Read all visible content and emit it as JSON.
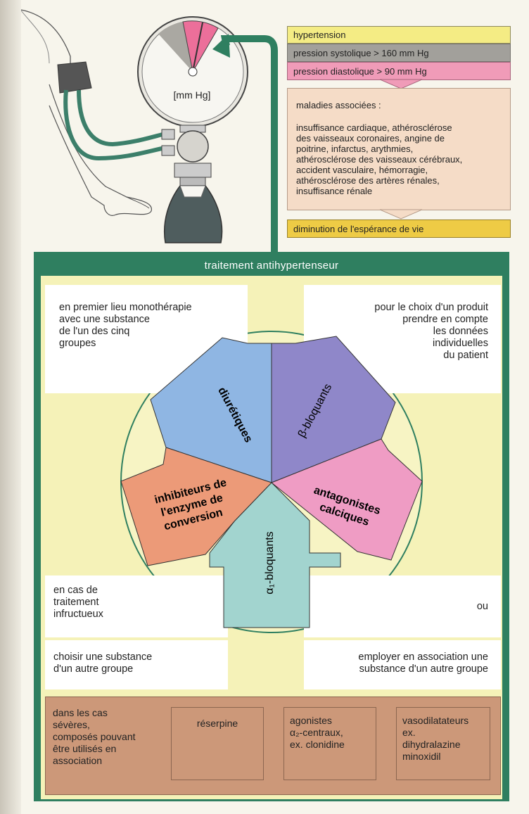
{
  "gauge": {
    "unit_label": "[mm Hg]"
  },
  "criteria": {
    "hypertension": "hypertension",
    "systolic": "pression systolique > 160 mm Hg",
    "diastolic": "pression diastolique > 90 mm Hg"
  },
  "diseases": {
    "title": "maladies associées :",
    "lines": [
      "insuffisance cardiaque, athérosclérose",
      "des vaisseaux coronaires, angine de",
      "poitrine, infarctus, arythmies,",
      "athérosclérose des vaisseaux cérébraux,",
      "accident vasculaire, hémorragie,",
      "athérosclérose des artères rénales,",
      "insuffisance rénale"
    ]
  },
  "life_expectancy": "diminution de l'espérance de vie",
  "treatment": {
    "title": "traitement antihypertenseur",
    "note_top_left": [
      "en premier lieu monothérapie",
      "avec une substance",
      "de l'un des cinq",
      "groupes"
    ],
    "note_top_right": [
      "pour le choix d'un produit",
      "prendre en compte",
      "les données",
      "individuelles",
      "du patient"
    ],
    "note_mid_left": [
      "en cas de",
      "traitement",
      "infructueux"
    ],
    "note_mid_right": "ou",
    "note_low_left": [
      "choisir une substance",
      "d'un autre groupe"
    ],
    "note_low_right": [
      "employer en association une",
      "substance d'un autre groupe"
    ]
  },
  "groups": {
    "diuretics": "diurétiques",
    "beta": "β-bloquants",
    "calcium": [
      "antagonistes",
      "calciques"
    ],
    "alpha": "α₁-bloquants",
    "ace": [
      "inhibiteurs de",
      "l'enzyme de",
      "conversion"
    ]
  },
  "severe": {
    "lead": [
      "dans les cas",
      "sévères,",
      "composés pouvant",
      "être utilisés en",
      "association"
    ],
    "reserpine": "réserpine",
    "agonists": [
      "agonistes",
      "α₂-centraux,",
      "ex. clonidine"
    ],
    "vaso": [
      "vasodilatateurs",
      "ex.",
      "dihydralazine",
      "minoxidil"
    ]
  },
  "colors": {
    "frame": "#2f7f60",
    "inner": "#f5f2b8",
    "diuretics": "#8fb6e3",
    "beta": "#8f87c9",
    "calcium": "#ef9cc4",
    "alpha": "#a2d4cf",
    "ace": "#ec9a78",
    "hypertension": "#f4ec84",
    "systolic": "#a2a09b",
    "diastolic": "#f09bb8",
    "diseases": "#f5dcc7",
    "life": "#eecb45",
    "severe": "#cc9879"
  }
}
